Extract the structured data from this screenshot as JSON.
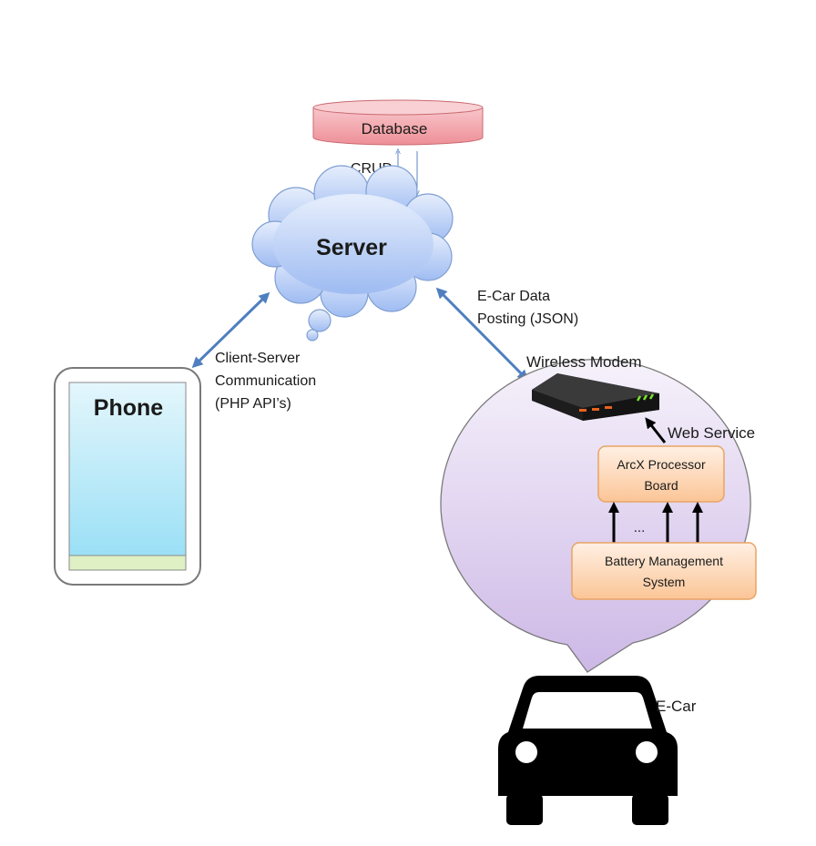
{
  "diagram": {
    "database": {
      "label": "Database"
    },
    "crud_label": "CRUD",
    "server": {
      "label": "Server"
    },
    "phone": {
      "label": "Phone"
    },
    "client_server_label": [
      "Client-Server",
      "Communication",
      "(PHP API’s)"
    ],
    "ecar_data_label": [
      "E-Car Data",
      "Posting (JSON)"
    ],
    "wireless_modem_label": "Wireless Modem",
    "web_service_label": "Web Service",
    "processor_board": {
      "label": [
        "ArcX Processor",
        "Board"
      ]
    },
    "ellipsis": "...",
    "bms": {
      "label": [
        "Battery Management",
        "System"
      ]
    },
    "ecar_label": "E-Car",
    "colors": {
      "database_fill": "#f4a7ad",
      "cloud_fill": "#b9cdf7",
      "phone_screen": "#b8e8f8",
      "phone_bar": "#dff0c4",
      "bubble_fill": "#e2d8f0",
      "box_fill": "#fdd8b8",
      "arrow": "#4f7fbf"
    }
  }
}
